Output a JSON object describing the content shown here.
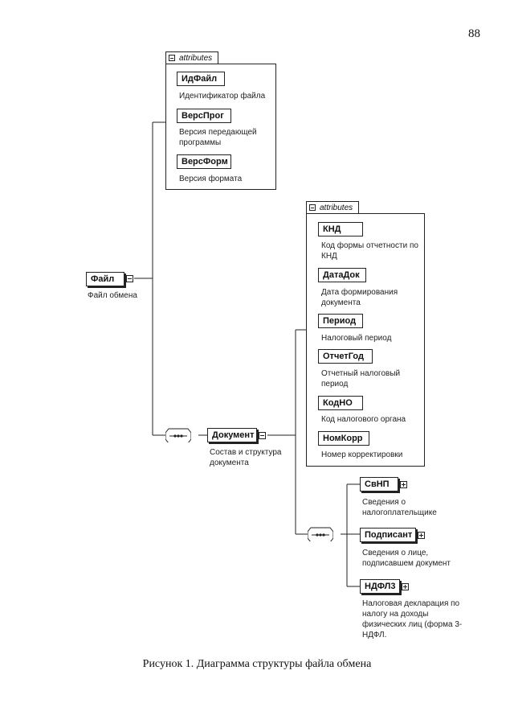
{
  "page_number": "88",
  "caption": "Рисунок 1. Диаграмма структуры файла обмена",
  "root": {
    "name": "Файл",
    "desc": "Файл обмена"
  },
  "file_attributes": {
    "tab": "attributes",
    "items": [
      {
        "name": "ИдФайл",
        "desc": "Идентификатор файла"
      },
      {
        "name": "ВерсПрог",
        "desc": "Версия передающей программы"
      },
      {
        "name": "ВерсФорм",
        "desc": "Версия формата"
      }
    ]
  },
  "document": {
    "name": "Документ",
    "desc": "Состав и структура документа"
  },
  "document_attributes": {
    "tab": "attributes",
    "items": [
      {
        "name": "КНД",
        "desc": "Код формы отчетности по КНД"
      },
      {
        "name": "ДатаДок",
        "desc": "Дата формирования документа"
      },
      {
        "name": "Период",
        "desc": "Налоговый период"
      },
      {
        "name": "ОтчетГод",
        "desc": "Отчетный налоговый период"
      },
      {
        "name": "КодНО",
        "desc": "Код налогового органа"
      },
      {
        "name": "НомКорр",
        "desc": "Номер корректировки"
      }
    ]
  },
  "children": [
    {
      "name": "СвНП",
      "desc": "Сведения о налогоплательщике"
    },
    {
      "name": "Подписант",
      "desc": "Сведения о лице, подписавшем документ"
    },
    {
      "name": "НДФЛ3",
      "desc": "Налоговая декларация по налогу на доходы физических лиц (форма 3-НДФЛ."
    }
  ]
}
